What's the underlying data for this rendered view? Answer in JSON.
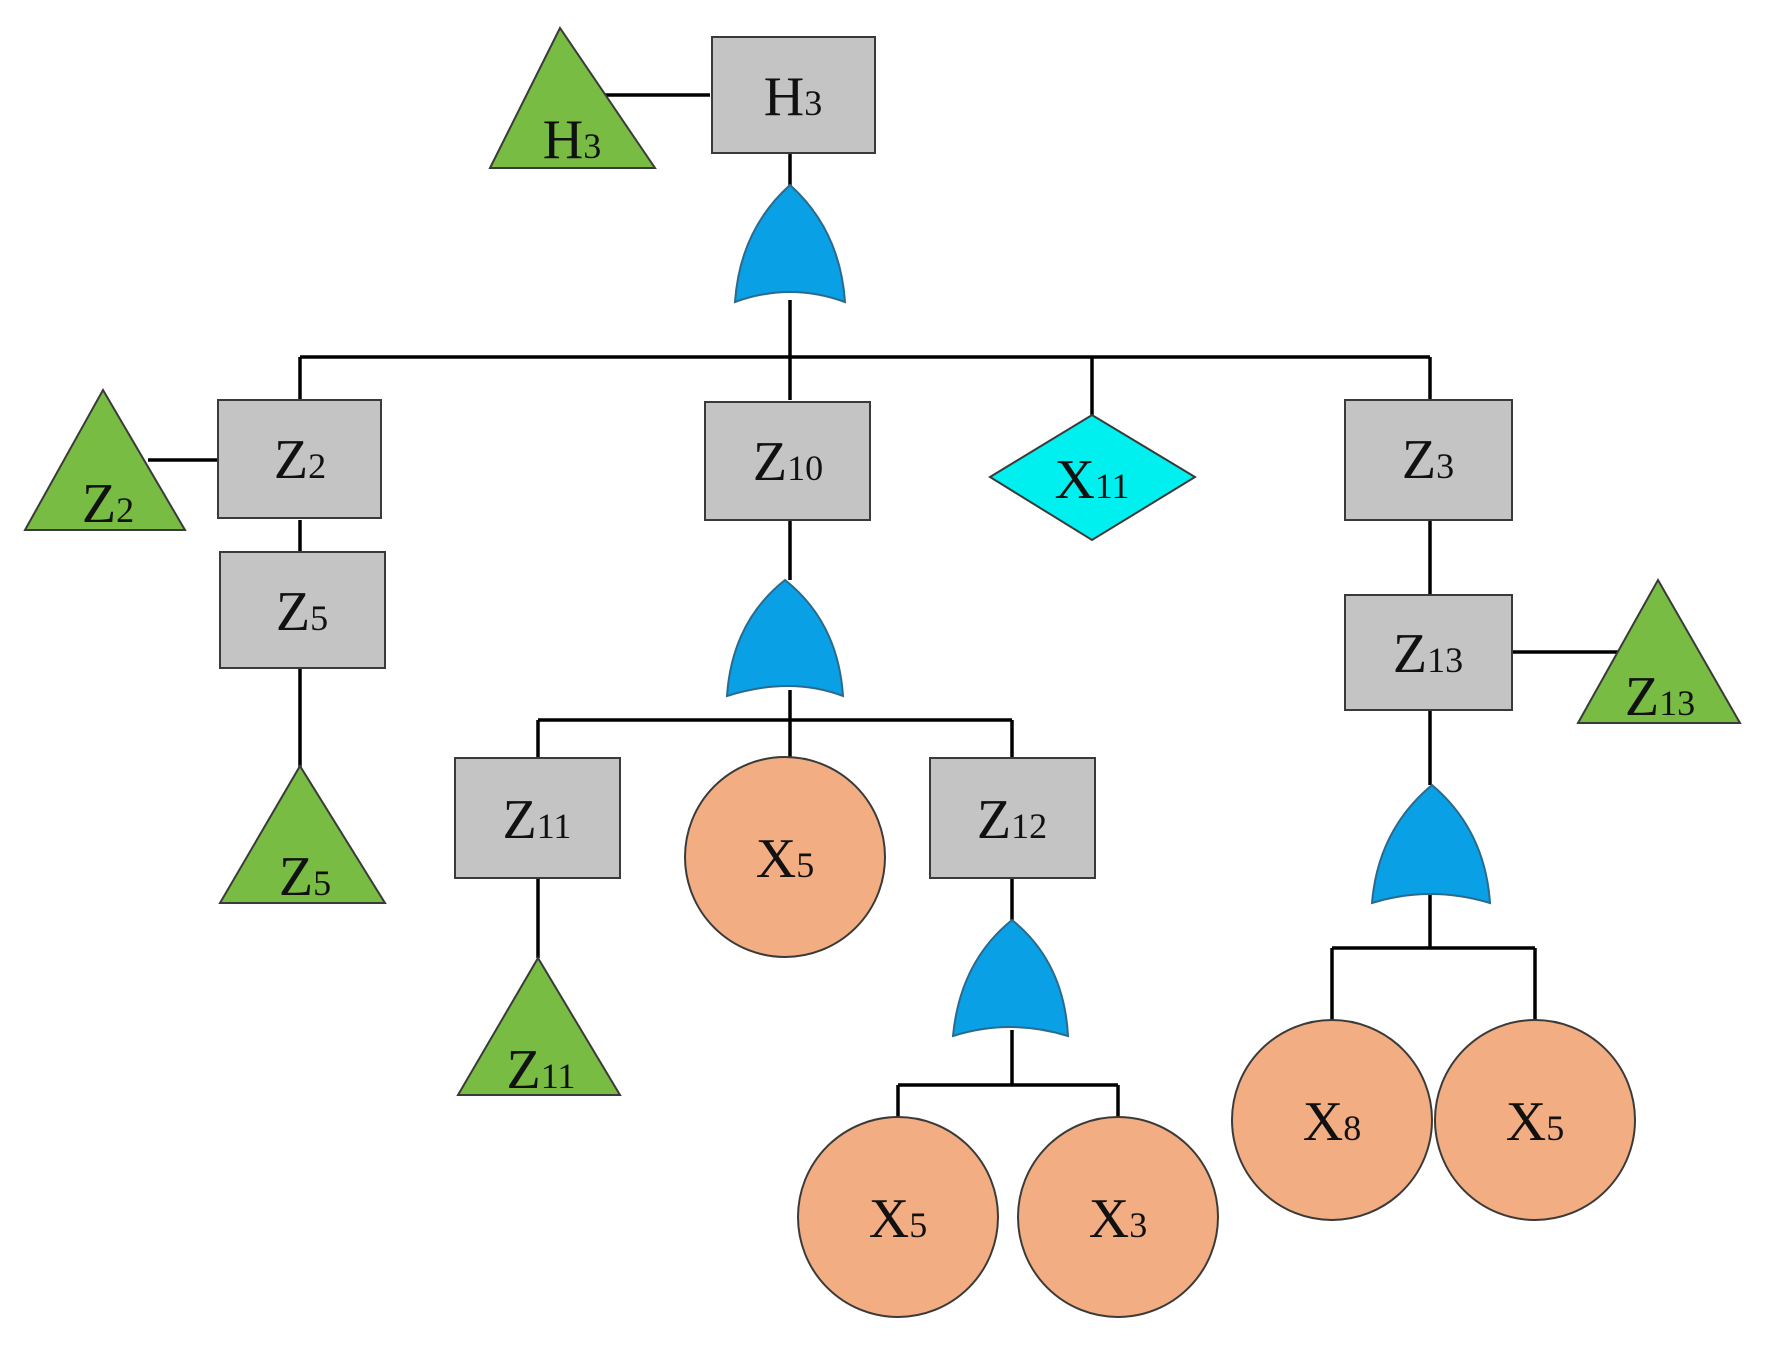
{
  "colors": {
    "event_box": "#c4c4c4",
    "transfer_triangle": "#78bc43",
    "basic_event_circle": "#f2ae82",
    "undeveloped_diamond": "#00f0f0",
    "or_gate": "#0aa0e6"
  },
  "nodes": {
    "h3_box": {
      "base": "H",
      "sub": "3"
    },
    "h3_tri": {
      "base": "H",
      "sub": "3"
    },
    "z2_box": {
      "base": "Z",
      "sub": "2"
    },
    "z2_tri": {
      "base": "Z",
      "sub": "2"
    },
    "z5_box": {
      "base": "Z",
      "sub": "5"
    },
    "z5_tri": {
      "base": "Z",
      "sub": "5"
    },
    "z10_box": {
      "base": "Z",
      "sub": "10"
    },
    "x11_diam": {
      "base": "X",
      "sub": "11"
    },
    "z3_box": {
      "base": "Z",
      "sub": "3"
    },
    "z13_box": {
      "base": "Z",
      "sub": "13"
    },
    "z13_tri": {
      "base": "Z",
      "sub": "13"
    },
    "z11_box": {
      "base": "Z",
      "sub": "11"
    },
    "z11_tri": {
      "base": "Z",
      "sub": "11"
    },
    "x5_circ_a": {
      "base": "X",
      "sub": "5"
    },
    "z12_box": {
      "base": "Z",
      "sub": "12"
    },
    "x5_circ_b": {
      "base": "X",
      "sub": "5"
    },
    "x3_circ": {
      "base": "X",
      "sub": "3"
    },
    "x8_circ": {
      "base": "X",
      "sub": "8"
    },
    "x5_circ_c": {
      "base": "X",
      "sub": "5"
    }
  }
}
